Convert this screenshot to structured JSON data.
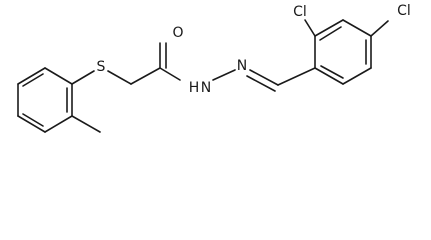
{
  "diagram": {
    "type": "chemical-structure",
    "atoms": {
      "sulfur": "S",
      "oxygen": "O",
      "amide_nitrogen": "N",
      "amide_hydrogen": "H",
      "imine_nitrogen": "N",
      "chlorine_ortho": "Cl",
      "chlorine_para": "Cl"
    }
  }
}
